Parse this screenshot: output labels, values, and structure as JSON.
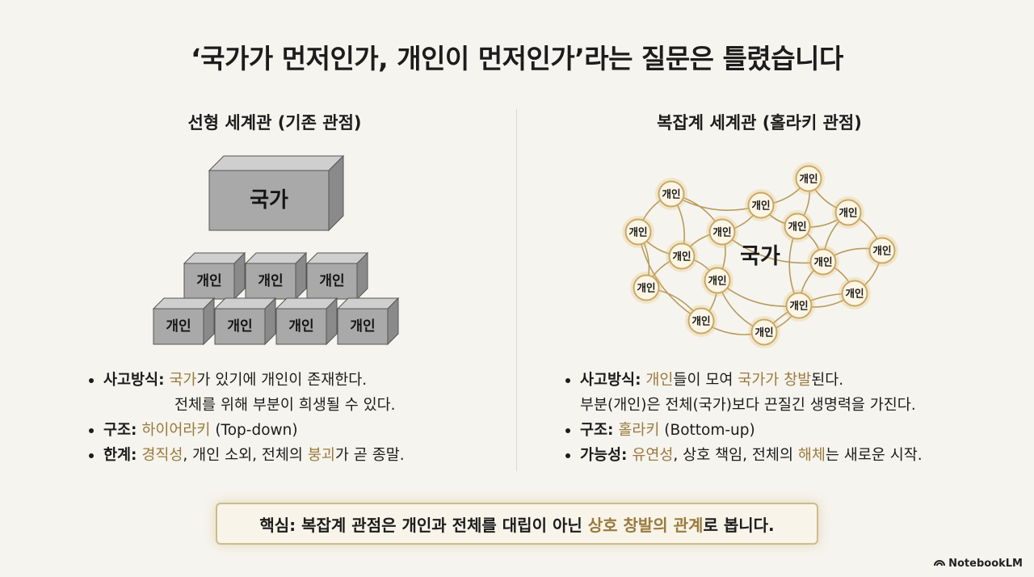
{
  "title": "‘국가가 먼저인가, 개인이 먼저인가’라는 질문은 틀렸습니다",
  "left": {
    "heading": "선형 세계관 (기존 관점)",
    "top_block": "국가",
    "blocks": [
      "개인",
      "개인",
      "개인",
      "개인",
      "개인",
      "개인",
      "개인"
    ],
    "bullets": {
      "b1_key": "사고방식:",
      "b1_hl": "국가",
      "b1_rest": "가 있기에 개인이 존재한다.",
      "b1_cont": "전체를 위해 부분이 희생될 수 있다.",
      "b2_key": "구조:",
      "b2_hl": "하이어라키",
      "b2_rest": " (Top-down)",
      "b3_key": "한계:",
      "b3_hl1": "경직성",
      "b3_mid": ", 개인 소외, 전체의 ",
      "b3_hl2": "붕괴",
      "b3_rest": "가 곧 종말."
    }
  },
  "right": {
    "heading": "복잡계 세계관 (홀라키 관점)",
    "center_label": "국가",
    "node_label": "개인",
    "bullets": {
      "b1_key": "사고방식:",
      "b1_hl1": "개인",
      "b1_mid": "들이 모여 ",
      "b1_hl2": "국가가 창발",
      "b1_rest": "된다.",
      "b1_cont": "부분(개인)은 전체(국가)보다 끈질긴 생명력을 가진다.",
      "b2_key": "구조:",
      "b2_hl": "홀라키",
      "b2_rest": " (Bottom-up)",
      "b3_key": "가능성:",
      "b3_hl1": "유연성",
      "b3_mid": ", 상호 책임, 전체의 ",
      "b3_hl2": "해체",
      "b3_rest": "는 새로운 시작."
    }
  },
  "summary": {
    "prefix": "핵심: 복잡계 관점은 개인과 전체를 대립이 아닌 ",
    "highlight": "상호 창발의 관계",
    "suffix": "로 봅니다."
  },
  "brand": "NotebookLM",
  "colors": {
    "highlight": "#9a7a3e",
    "block_front": "#a9a9a9",
    "block_top": "#cfcfcf",
    "block_side": "#8a8a8a",
    "network_line": "#b89b5e",
    "node_fill": "#fdf6e6",
    "node_stroke": "#c9a865"
  }
}
